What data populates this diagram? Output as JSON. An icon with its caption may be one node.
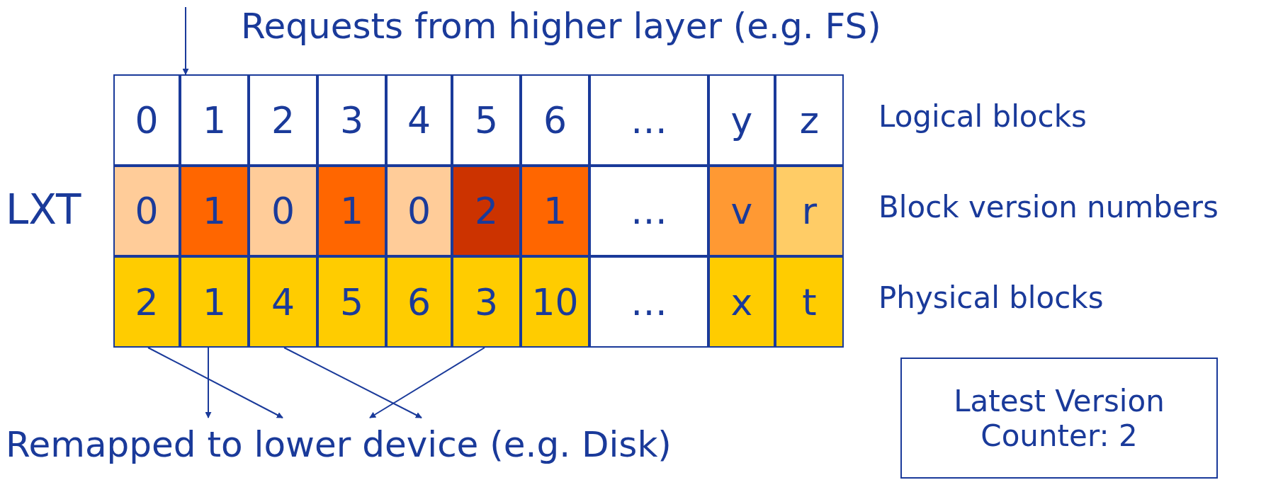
{
  "diagram": {
    "nodes": [
      {
        "text": [
          "0"
        ]
      },
      {
        "text": [
          "1"
        ]
      },
      {
        "text": [
          "2"
        ]
      },
      {
        "text": [
          "3"
        ]
      },
      {
        "text": [
          "4"
        ]
      },
      {
        "text": [
          "5"
        ]
      },
      {
        "text": [
          "6"
        ]
      },
      {
        "text": [
          "…"
        ]
      },
      {
        "text": [
          "y"
        ]
      },
      {
        "text": [
          "z"
        ]
      },
      {
        "text": [
          "0"
        ]
      },
      {
        "text": [
          "1"
        ]
      },
      {
        "text": [
          "0"
        ]
      },
      {
        "text": [
          "1"
        ]
      },
      {
        "text": [
          "0"
        ]
      },
      {
        "text": [
          "2"
        ]
      },
      {
        "text": [
          "1"
        ]
      },
      {
        "text": [
          "…"
        ]
      },
      {
        "text": [
          "v"
        ]
      },
      {
        "text": [
          "r"
        ]
      },
      {
        "text": [
          "2"
        ]
      },
      {
        "text": [
          "1"
        ]
      },
      {
        "text": [
          "4"
        ]
      },
      {
        "text": [
          "5"
        ]
      },
      {
        "text": [
          "6"
        ]
      },
      {
        "text": [
          "3"
        ]
      },
      {
        "text": [
          "10"
        ]
      },
      {
        "text": [
          "…"
        ]
      },
      {
        "text": [
          "x"
        ]
      },
      {
        "text": [
          "t"
        ]
      },
      {
        "text": [
          "Latest Version Counter: 2"
        ]
      },
      {
        "text": [
          "Remapped to lower device (e.g. Disk)"
        ]
      }
    ],
    "edges": [
      {
        "from": null,
        "to": 1,
        "arrow": "to"
      },
      {
        "from": 20,
        "to": 31,
        "arrow": "to"
      },
      {
        "from": 21,
        "to": 31,
        "arrow": "to"
      },
      {
        "from": 22,
        "to": 31,
        "arrow": "to"
      },
      {
        "from": 25,
        "to": 31,
        "arrow": "to"
      }
    ],
    "labels": [
      "Requests from higher layer (e.g. FS)",
      "Logical blocks",
      "Block version numbers",
      "LXT",
      "Physical blocks"
    ]
  }
}
